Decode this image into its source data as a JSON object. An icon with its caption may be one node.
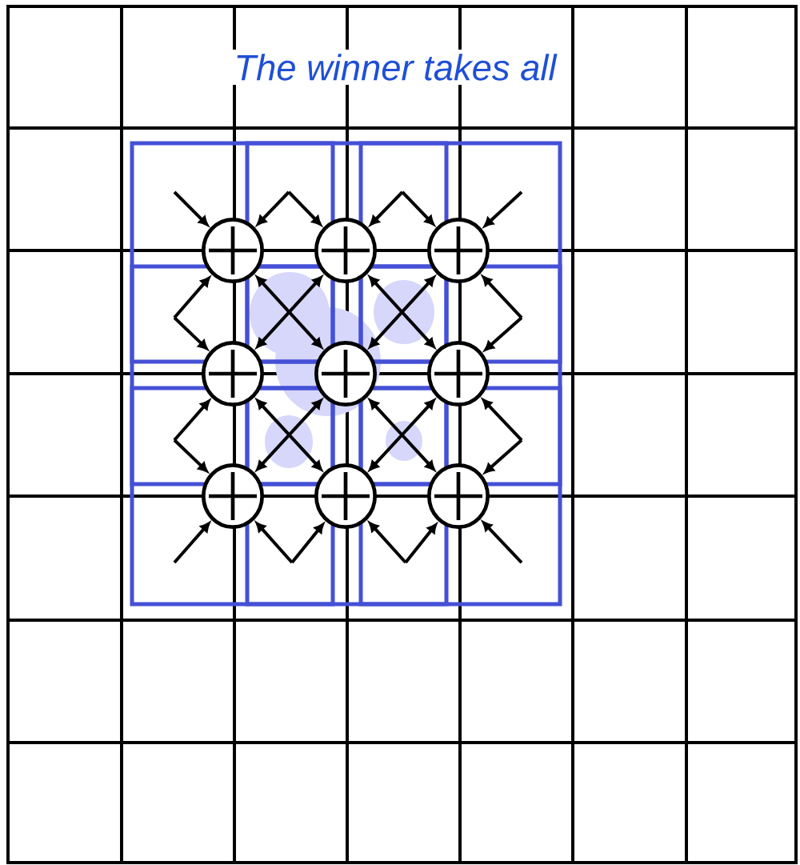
{
  "diagram": {
    "title": "The winner takes all",
    "nodes": [
      {
        "text": [],
        "shape": "circle"
      },
      {
        "text": [],
        "shape": "circle"
      },
      {
        "text": [],
        "shape": "circle"
      },
      {
        "text": [],
        "shape": "circle"
      },
      {
        "text": [],
        "shape": "circle"
      },
      {
        "text": [],
        "shape": "circle"
      },
      {
        "text": [],
        "shape": "circle"
      },
      {
        "text": [],
        "shape": "circle"
      },
      {
        "text": [],
        "shape": "circle"
      }
    ],
    "edges": [
      {
        "from": null,
        "to": 0,
        "arrow": "to"
      },
      {
        "from": null,
        "to": 0,
        "arrow": "to"
      },
      {
        "from": null,
        "to": 1,
        "arrow": "to"
      },
      {
        "from": null,
        "to": 1,
        "arrow": "to"
      },
      {
        "from": null,
        "to": 2,
        "arrow": "to"
      },
      {
        "from": null,
        "to": 2,
        "arrow": "to"
      },
      {
        "from": null,
        "to": 0,
        "arrow": "to"
      },
      {
        "from": null,
        "to": 3,
        "arrow": "to"
      },
      {
        "from": null,
        "to": 3,
        "arrow": "to"
      },
      {
        "from": null,
        "to": 6,
        "arrow": "to"
      },
      {
        "from": null,
        "to": 2,
        "arrow": "to"
      },
      {
        "from": null,
        "to": 5,
        "arrow": "to"
      },
      {
        "from": null,
        "to": 5,
        "arrow": "to"
      },
      {
        "from": null,
        "to": 8,
        "arrow": "to"
      },
      {
        "from": null,
        "to": 6,
        "arrow": "to"
      },
      {
        "from": null,
        "to": 6,
        "arrow": "to"
      },
      {
        "from": null,
        "to": 7,
        "arrow": "to"
      },
      {
        "from": null,
        "to": 7,
        "arrow": "to"
      },
      {
        "from": null,
        "to": 8,
        "arrow": "to"
      },
      {
        "from": null,
        "to": 8,
        "arrow": "to"
      },
      {
        "from": 0,
        "to": 4,
        "arrow": "both"
      },
      {
        "from": 1,
        "to": 3,
        "arrow": "both"
      },
      {
        "from": 1,
        "to": 5,
        "arrow": "both"
      },
      {
        "from": 2,
        "to": 4,
        "arrow": "both"
      },
      {
        "from": 3,
        "to": 7,
        "arrow": "both"
      },
      {
        "from": 4,
        "to": 6,
        "arrow": "both"
      },
      {
        "from": 4,
        "to": 8,
        "arrow": "both"
      },
      {
        "from": 5,
        "to": 7,
        "arrow": "both"
      }
    ]
  }
}
